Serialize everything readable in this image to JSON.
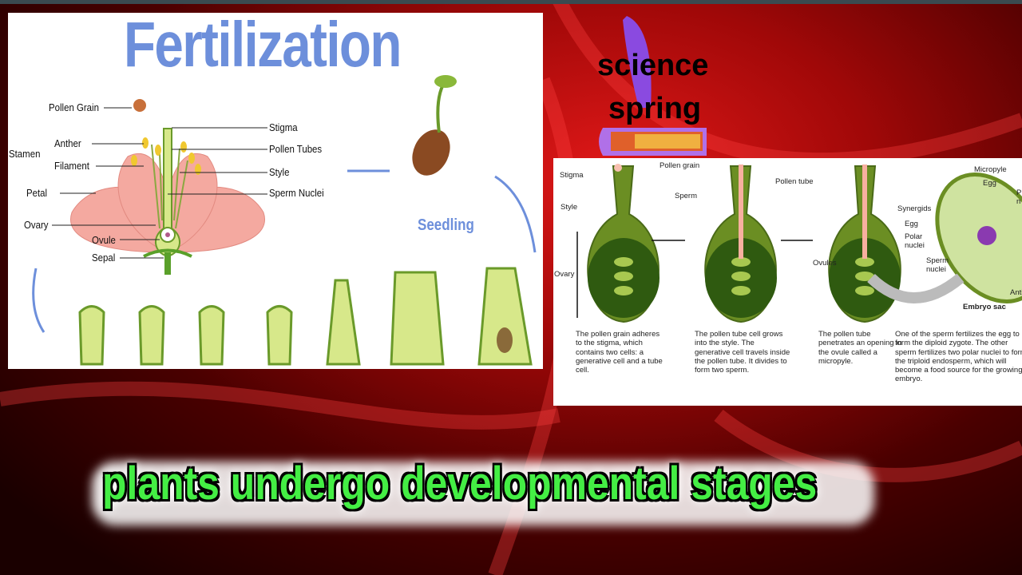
{
  "left_diagram": {
    "title": "Fertilization",
    "labels": {
      "pollen_grain": "Pollen Grain",
      "stamen": "Stamen",
      "anther": "Anther",
      "filament": "Filament",
      "petal": "Petal",
      "ovary": "Ovary",
      "ovule": "Ovule",
      "sepal": "Sepal",
      "stigma": "Stigma",
      "pollen_tubes": "Pollen Tubes",
      "style": "Style",
      "sperm_nuclei": "Sperm Nuclei",
      "seedling": "Seedling"
    }
  },
  "logo": {
    "line1": "science",
    "line2": "spring"
  },
  "right_diagram": {
    "labels": {
      "pollen_grain": "Pollen grain",
      "stigma": "Stigma",
      "style": "Style",
      "ovary": "Ovary",
      "pollen_tube": "Pollen tube",
      "sperm": "Sperm",
      "ovules": "Ovules",
      "egg": "Egg",
      "polar_nuclei": "Polar nuclei",
      "micropyle": "Micropyle",
      "egg2": "Egg",
      "synergids": "Synergids",
      "polar_nuclei_partial": "P n",
      "sperm_nuclei": "Sperm nuclei",
      "antipodal_partial": "Antipo",
      "embryo_sac": "Embryo sac"
    },
    "captions": [
      "The pollen grain adheres to the stigma, which contains two cells: a generative cell and a tube cell.",
      "The pollen tube cell grows into the style. The generative cell travels inside the pollen tube. It divides to form two sperm.",
      "The pollen tube penetrates an opening in the ovule called a micropyle.",
      "One of the sperm fertilizes the egg to form the diploid zygote. The other sperm fertilizes two polar nuclei to form the triploid endosperm, which will become a food source for the growing embryo."
    ]
  },
  "caption": "plants undergo developmental stages",
  "colors": {
    "title_blue": "#6d8fdb",
    "caption_green": "#44ee44",
    "background_red": "#c00d0d",
    "ovary_green": "#6b8e23"
  }
}
